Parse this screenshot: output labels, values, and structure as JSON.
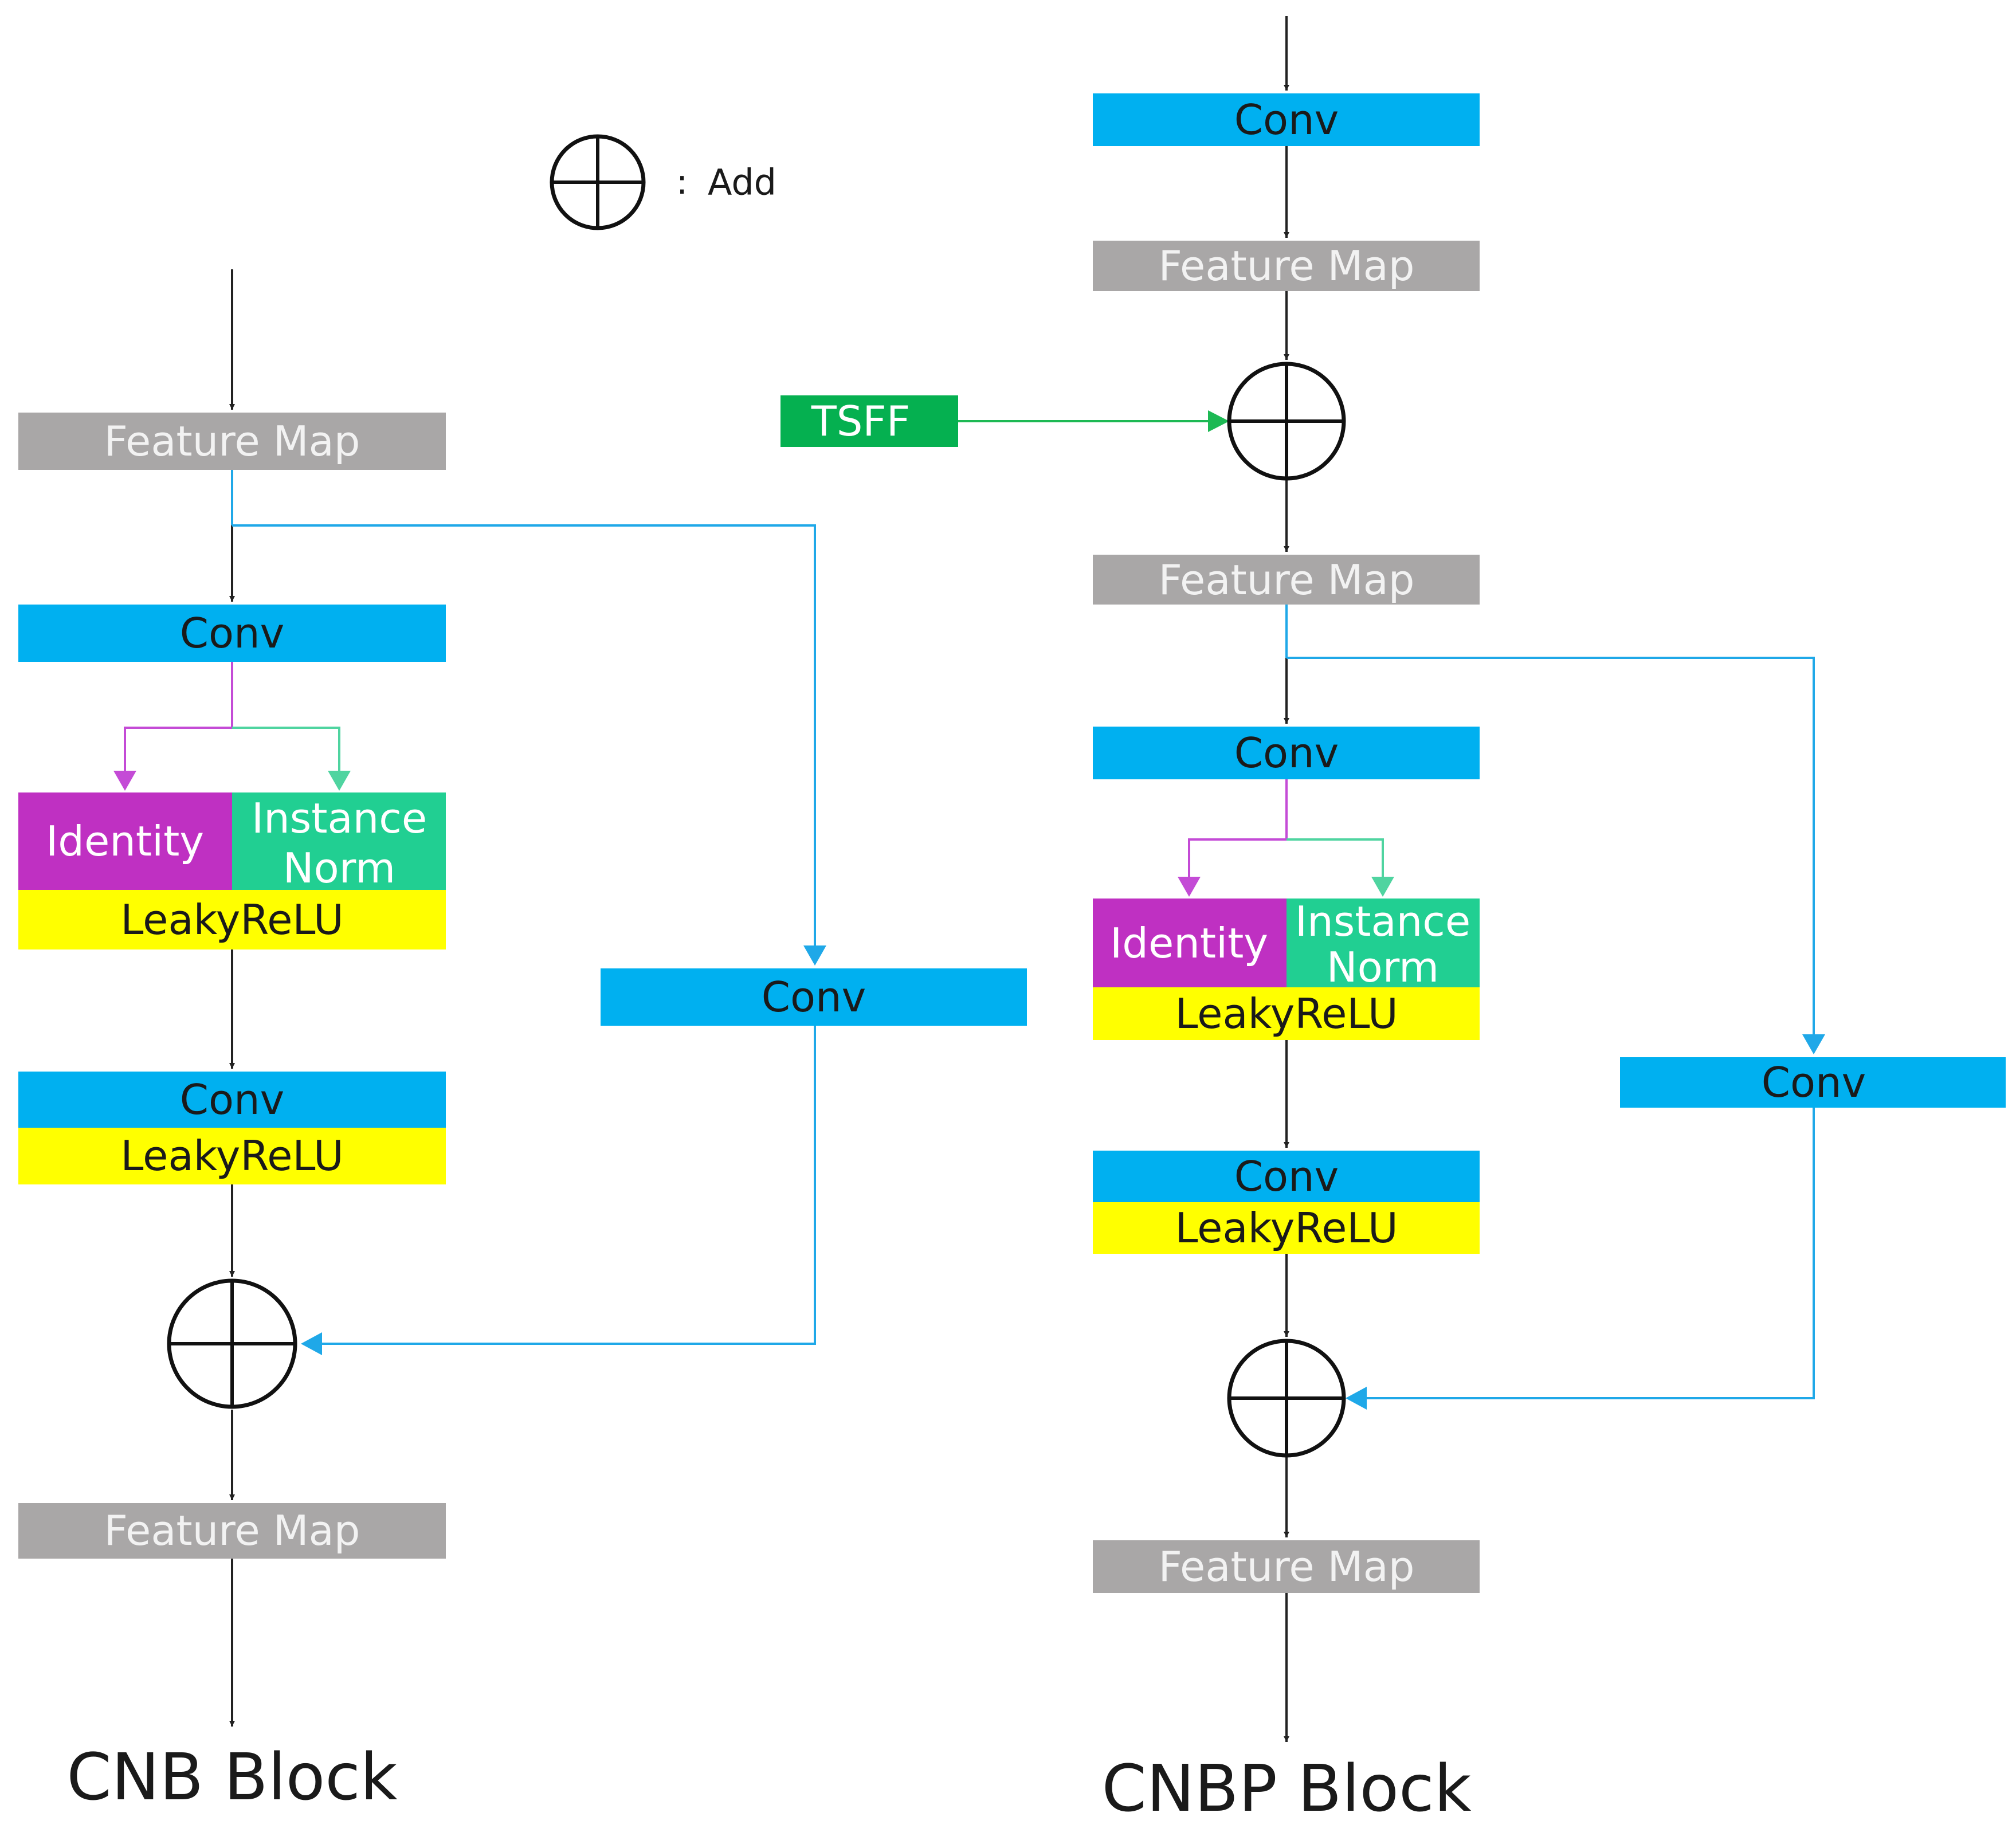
{
  "legend": {
    "separator": ":",
    "label": "Add"
  },
  "colors": {
    "feature_map": "#a9a7a7",
    "conv": "#00b0f0",
    "identity": "#bf30c2",
    "instance_norm": "#21cf92",
    "leaky_relu": "#ffff00",
    "tsff": "#05b050",
    "skip_line": "#1fa8e8",
    "identity_line": "#c44bd6",
    "norm_line": "#4fd4a0",
    "tsff_line": "#1db954",
    "black_line": "#222222"
  },
  "cnb": {
    "caption": "CNB Block",
    "feature_map_in": "Feature Map",
    "conv1": "Conv",
    "identity": "Identity",
    "instance_norm": [
      "Instance",
      "Norm"
    ],
    "leaky_relu1": "LeakyReLU",
    "conv2": "Conv",
    "leaky_relu2": "LeakyReLU",
    "skip_conv": "Conv",
    "feature_map_out": "Feature Map"
  },
  "cnbp": {
    "caption": "CNBP Block",
    "conv_top": "Conv",
    "feature_map_1": "Feature Map",
    "tsff": "TSFF",
    "feature_map_2": "Feature Map",
    "conv1": "Conv",
    "identity": "Identity",
    "instance_norm": [
      "Instance",
      "Norm"
    ],
    "leaky_relu1": "LeakyReLU",
    "conv2": "Conv",
    "leaky_relu2": "LeakyReLU",
    "skip_conv": "Conv",
    "feature_map_out": "Feature Map"
  }
}
